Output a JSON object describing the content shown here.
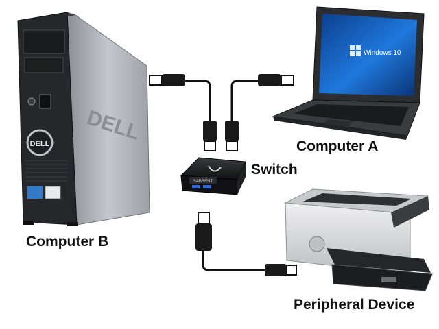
{
  "labels": {
    "computer_a": "Computer A",
    "computer_b": "Computer B",
    "switch": "Switch",
    "peripheral": "Peripheral Device"
  },
  "device_text": {
    "brand": "DELL",
    "os": "Windows 10",
    "switch_brand": "SABRENT"
  },
  "icons": {
    "desktop": "desktop-tower-icon",
    "laptop": "laptop-icon",
    "switch": "usb-switch-icon",
    "printer": "laser-printer-icon"
  },
  "colors": {
    "cable": "#111111",
    "tower_side": "#a9adb3",
    "tower_front": "#2a2b2e",
    "laptop_screen": "#1b6fd1",
    "printer_body": "#d9d9db",
    "switch_body": "#1c1c1e"
  }
}
